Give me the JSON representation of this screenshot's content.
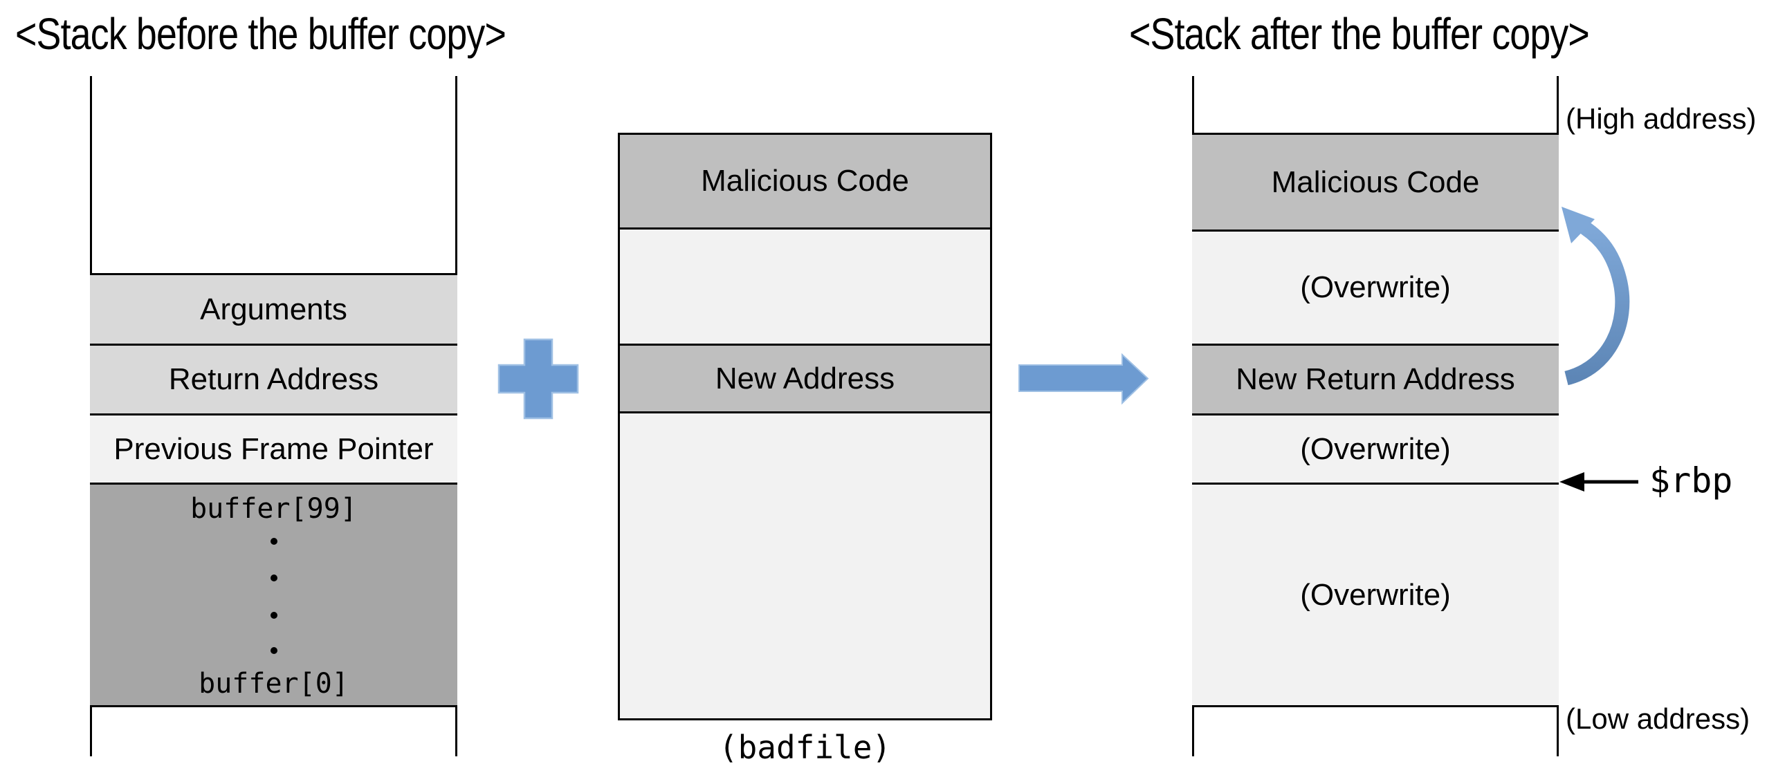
{
  "diagram": {
    "left": {
      "title": "<Stack before the buffer copy>",
      "rows": {
        "arguments": "Arguments",
        "return_address": "Return Address",
        "previous_frame_pointer": "Previous Frame Pointer",
        "buffer_top": "buffer[99]",
        "buffer_bottom": "buffer[0]",
        "buffer_dots_count": "4"
      }
    },
    "badfile": {
      "malicious_code": "Malicious Code",
      "new_address": "New Address",
      "caption": "(badfile)"
    },
    "right": {
      "title": "<Stack after the buffer copy>",
      "rows": {
        "malicious_code": "Malicious Code",
        "overwrite_top": "(Overwrite)",
        "new_return_address": "New Return Address",
        "overwrite_middle": "(Overwrite)",
        "overwrite_bottom": "(Overwrite)"
      }
    },
    "annotations": {
      "high_address": "(High address)",
      "low_address": "(Low address)",
      "rbp": "$rbp"
    },
    "icons": {
      "plus": "plus-icon",
      "arrow_right": "arrow-right-icon",
      "curved_arrow": "curved-up-arrow-icon",
      "rbp_pointer": "left-arrow-icon"
    },
    "colors": {
      "accent_blue": "#6D9BD1",
      "accent_blue_edge": "#9FC0E4",
      "curved_arrow_top": "#7FA8D8",
      "curved_arrow_bottom": "#5D86B6",
      "row_gray_medium": "#BFBFBF",
      "row_gray_light": "#D9D9D9",
      "row_gray_faint": "#F2F2F2",
      "buffer_gray": "#A6A6A6",
      "border_black": "#000000"
    }
  }
}
